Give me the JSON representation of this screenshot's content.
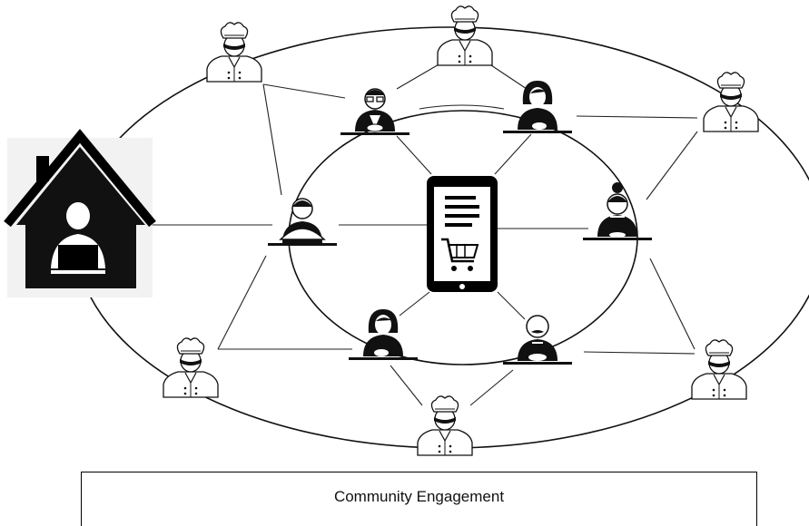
{
  "caption": {
    "label": "Community Engagement"
  },
  "nodes": {
    "hub": {
      "icon": "smartphone-shopping-cart-icon"
    },
    "home": {
      "icon": "home-cook-house-icon"
    },
    "diners": [
      {
        "id": "diner-glasses",
        "icon": "diner-glasses-icon"
      },
      {
        "id": "diner-woman-top",
        "icon": "diner-woman-icon"
      },
      {
        "id": "diner-bun",
        "icon": "diner-woman-bun-icon"
      },
      {
        "id": "diner-mustache",
        "icon": "diner-mustache-icon"
      },
      {
        "id": "diner-woman-bottom",
        "icon": "diner-woman-icon"
      },
      {
        "id": "server-cloche",
        "icon": "server-cloche-icon"
      }
    ],
    "chefs": [
      {
        "id": "chef-top-left",
        "icon": "chef-icon"
      },
      {
        "id": "chef-top",
        "icon": "chef-icon"
      },
      {
        "id": "chef-top-right",
        "icon": "chef-icon"
      },
      {
        "id": "chef-bottom-right",
        "icon": "chef-icon"
      },
      {
        "id": "chef-bottom",
        "icon": "chef-icon"
      },
      {
        "id": "chef-bottom-left",
        "icon": "chef-icon"
      }
    ]
  }
}
